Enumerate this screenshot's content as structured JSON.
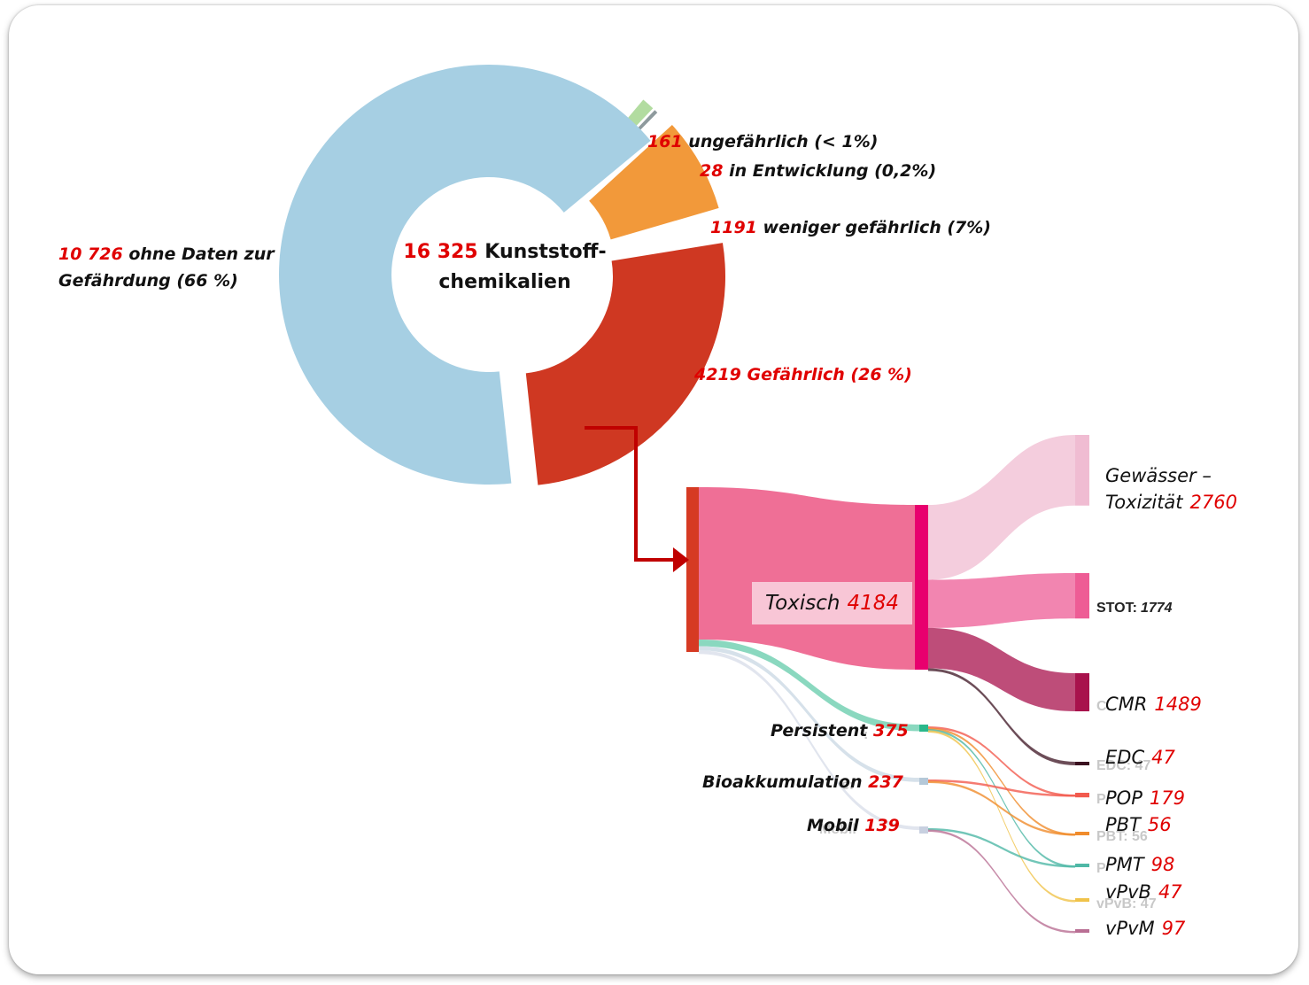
{
  "chart_data": [
    {
      "type": "pie",
      "title": "",
      "center_number": "16 325",
      "center_text_1": "Kunststoff-",
      "center_text_2": "chemikalien",
      "slices": [
        {
          "value": 10726,
          "number": "10 726",
          "text_1": "ohne Daten zur",
          "text_2": "Gefährdung (66 %)",
          "color": "#a6cfe3"
        },
        {
          "value": 161,
          "number": "161",
          "text_1": "ungefährlich (< 1%)",
          "color": "#b2dca0"
        },
        {
          "value": 28,
          "number": "28",
          "text_1": "in Entwicklung (0,2%)",
          "color": "#8e9a9d"
        },
        {
          "value": 1191,
          "number": "1191",
          "text_1": "weniger gefährlich (7%)",
          "color": "#f2993a"
        },
        {
          "value": 4219,
          "number": "4219",
          "text_1": "Gefährlich  (26 %)",
          "color": "#cf3822"
        }
      ]
    },
    {
      "type": "sankey",
      "source_label": "Toxisch",
      "source_value": 4184,
      "targets": [
        {
          "key": "gewaesser",
          "text_1": "Gewässer –",
          "text_2": "Toxizität",
          "value": 2760,
          "color": "#f0bcd2"
        },
        {
          "key": "stot",
          "text_1": "STOT:",
          "value": 1774,
          "color": "#ee5c95"
        },
        {
          "key": "cmr",
          "text_1": "CMR",
          "value": 1489,
          "color": "#a8124c"
        },
        {
          "key": "edc",
          "text_1": "EDC",
          "value": 47,
          "color": "#3b1220"
        },
        {
          "key": "pop",
          "text_1": "POP",
          "value": 179,
          "color": "#f25a4e"
        },
        {
          "key": "pbt",
          "text_1": "PBT",
          "value": 56,
          "color": "#f08c2c"
        },
        {
          "key": "pmt",
          "text_1": "PMT",
          "value": 98,
          "color": "#4fb8a6"
        },
        {
          "key": "vpvb",
          "text_1": "vPvB",
          "value": 47,
          "color": "#f0c34a"
        },
        {
          "key": "vpvm",
          "text_1": "vPvM",
          "value": 97,
          "color": "#b96f94"
        }
      ],
      "properties": [
        {
          "label": "Persistent",
          "value": 375,
          "color": "#2ab88b"
        },
        {
          "label": "Bioakkumulation",
          "value": 237,
          "color": "#b4c8d8"
        },
        {
          "label": "Mobil",
          "value": 139,
          "color": "#c8d0e0"
        }
      ],
      "links": [
        {
          "source": "Toxisch",
          "target": "gewaesser",
          "value": 2760
        },
        {
          "source": "Toxisch",
          "target": "stot",
          "value": 1774
        },
        {
          "source": "Toxisch",
          "target": "cmr",
          "value": 1489
        },
        {
          "source": "Toxisch",
          "target": "edc",
          "value": 47
        },
        {
          "source": "Persistent",
          "target": "pop",
          "value": 179
        },
        {
          "source": "Persistent",
          "target": "pbt",
          "value": 56
        },
        {
          "source": "Persistent",
          "target": "pmt",
          "value": 98
        },
        {
          "source": "Persistent",
          "target": "vpvb",
          "value": 47
        },
        {
          "source": "Bioakkumulation",
          "target": "pop",
          "value": 179
        },
        {
          "source": "Bioakkumulation",
          "target": "pbt",
          "value": 56
        },
        {
          "source": "Mobil",
          "target": "pmt",
          "value": 98
        },
        {
          "source": "Mobil",
          "target": "vpvm",
          "value": 97
        }
      ]
    }
  ]
}
